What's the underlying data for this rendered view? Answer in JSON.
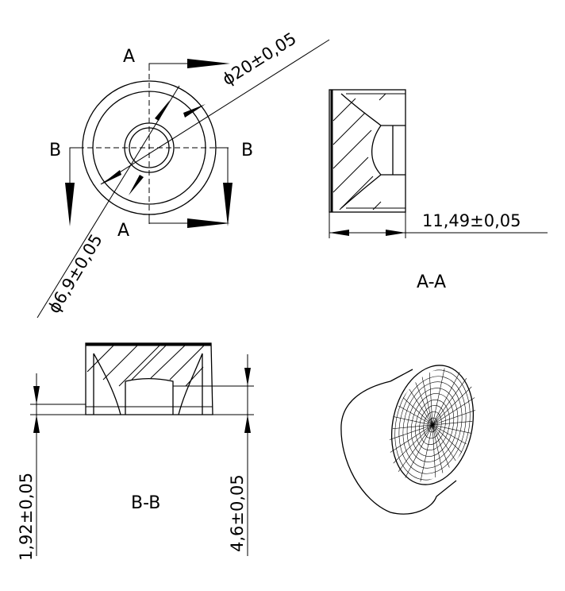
{
  "views": {
    "front": {
      "section_a_top": "A",
      "section_a_bottom": "A",
      "section_b_left": "B",
      "section_b_right": "B",
      "outer_diameter": "ϕ20±0,05",
      "inner_diameter": "ϕ6,9±0,05"
    },
    "section_aa": {
      "title": "A-A",
      "length": "11,49±0,05"
    },
    "section_bb": {
      "title": "B-B",
      "left_height": "1,92±0,05",
      "right_height": "4,6±0,05"
    }
  }
}
